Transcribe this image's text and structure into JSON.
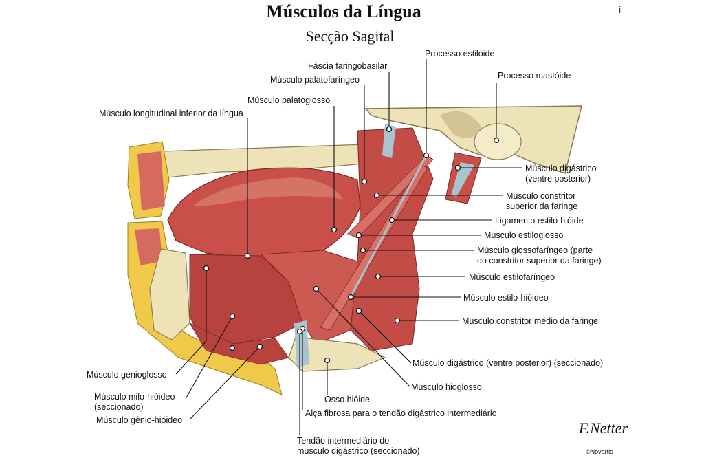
{
  "title": "Músculos da Língua",
  "subtitle": "Secção Sagital",
  "labels": {
    "processo_estiloide": "Processo estilóide",
    "fascia_faringobasilar": "Fáscia faringobasilar",
    "palatofaringeo": "Músculo palatofaríngeo",
    "processo_mastoide": "Processo mastóide",
    "palatoglosso": "Músculo palatoglosso",
    "longitudinal_inferior": "Músculo longitudinal inferior da língua",
    "digastrico_posterior": "Músculo digástrico\n(ventre posterior)",
    "constritor_superior": "Músculo constritor\nsuperior da faringe",
    "ligamento_estilo_hioide": "Ligamento estilo-hióide",
    "estiloglosso": "Músculo estiloglosso",
    "glossofaringeo": "Músculo glossofaríngeo (parte\ndo constritor superior da faringe)",
    "estilofaringeo": "Músculo estilofaríngeo",
    "estilo_hioideo": "Músculo estilo-hióideo",
    "constritor_medio": "Músculo constritor médio da faringe",
    "digastrico_seccionado": "Músculo digástrico (ventre posterior) (seccionado)",
    "hioglosso": "Músculo hioglosso",
    "genioglosso": "Músculo genioglosso",
    "osso_hioide": "Osso hióide",
    "milo_hioideo": "Músculo milo-hióideo\n(seccionado)",
    "alca_fibrosa": "Alça fibrosa para o tendão digástrico intermediário",
    "genio_hioideo": "Músculo gênio-hióideo",
    "tendao_intermediario": "Tendão intermediário do\nmúsculo digástrico (seccionado)"
  },
  "signature": "F.Netter",
  "copyright": "©Novartis",
  "stray_mark": "i",
  "colors": {
    "muscle": "#c9504a",
    "muscle_dark": "#9e2f2c",
    "muscle_light": "#e08a7c",
    "bone": "#eee3b8",
    "fat": "#f0c94a",
    "tendon": "#a9c4cf"
  }
}
